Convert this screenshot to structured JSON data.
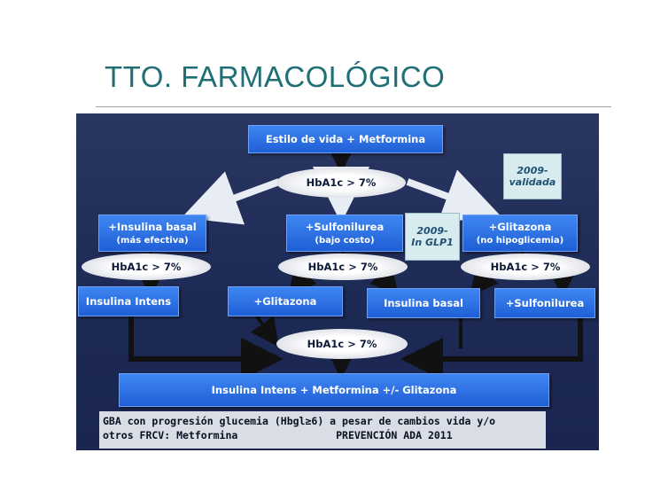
{
  "slide": {
    "title": "TTO. FARMACOLÓGICO"
  },
  "flow": {
    "top_box": "Estilo de vida + Metformina",
    "oval_top": "HbA1c > 7%",
    "note_validada": [
      "2009-",
      "validada"
    ],
    "note_glp1": [
      "2009-",
      "In GLP1"
    ],
    "left_box": {
      "main": "+Insulina basal",
      "sub": "(más efectiva)"
    },
    "center_box": {
      "main": "+Sulfonilurea",
      "sub": "(bajo costo)"
    },
    "right_box": {
      "main": "+Glitazona",
      "sub": "(no hipoglicemia)"
    },
    "oval_left": "HbA1c > 7%",
    "oval_center": "HbA1c > 7%",
    "oval_right": "HbA1c > 7%",
    "box_insulina_intens": "Insulina Intens",
    "box_glitazona": "+Glitazona",
    "box_insulina_basal": "Insulina basal",
    "box_sulfonilurea": "+Sulfonilurea",
    "oval_bottom": "HbA1c > 7%",
    "bottom_box": "Insulina Intens + Metformina +/- Glitazona"
  },
  "footer": {
    "line1": "GBA con progresión glucemia (Hbgl≥6) a pesar de cambios vida y/o",
    "line2": "otros FRCV: Metformina                PREVENCIÓN ADA 2011"
  }
}
